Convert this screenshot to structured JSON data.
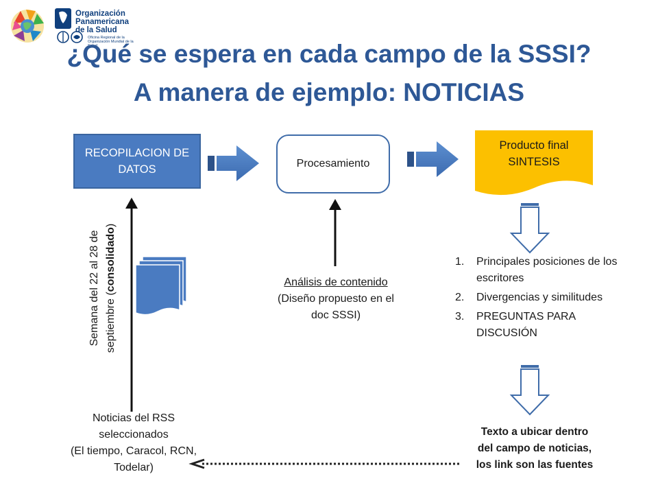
{
  "logo": {
    "org_name": "Organización\nPanamericana\nde la Salud",
    "org_sub": "Oficina Regional de la\nOrganización Mundial de la Salud"
  },
  "title": {
    "line1": "¿Qué se espera en cada campo de la SSSI?",
    "line2": "A manera de ejemplo: NOTICIAS"
  },
  "boxes": {
    "recopilacion": "RECOPILACION DE DATOS",
    "procesamiento": "Procesamiento",
    "producto_line1": "Producto final",
    "producto_line2": "SINTESIS"
  },
  "analysis": {
    "heading": "Análisis de contenido",
    "detail_line1": "(Diseño propuesto en el",
    "detail_line2": "doc SSSI)"
  },
  "list": [
    {
      "num": "1.",
      "text": "Principales posiciones de los escritores"
    },
    {
      "num": "2.",
      "text": "Divergencias y similitudes"
    },
    {
      "num": "3.",
      "text": "PREGUNTAS PARA DISCUSIÓN"
    }
  ],
  "vertical_label": {
    "line1": "Semana del 22 al 28 de",
    "line2_prefix": "septiembre (",
    "line2_bold": "consolidado",
    "line2_suffix": ")"
  },
  "rss": {
    "line1": "Noticias del RSS",
    "line2": "seleccionados",
    "line3": "(El tiempo, Caracol, RCN,",
    "line4": "Todelar)"
  },
  "texto_ubicar": {
    "line1": "Texto a ubicar dentro",
    "line2": "del  campo de noticias,",
    "line3": "los link son las fuentes"
  },
  "colors": {
    "title": "#2e5896",
    "box_blue": "#4a7bc1",
    "box_border": "#3a659f",
    "product_yellow": "#fcc000",
    "outline_blue": "#3f6ca9"
  }
}
